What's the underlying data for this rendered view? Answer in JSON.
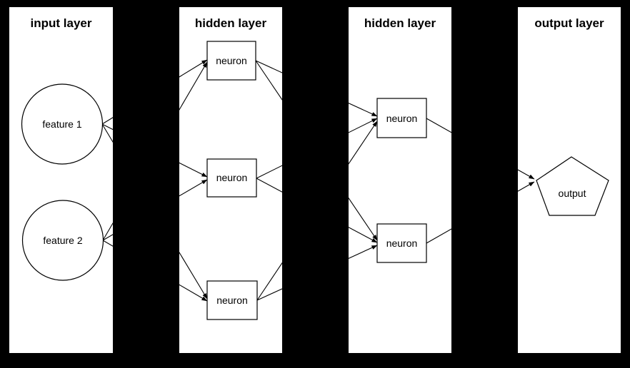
{
  "diagram": {
    "kind": "neural-network-diagram",
    "colors": {
      "background": "#000000",
      "panel": "#ffffff",
      "stroke": "#000000",
      "text": "#000000"
    },
    "layers": [
      {
        "title": "input layer",
        "nodes": [
          {
            "id": "feature1",
            "label": "feature 1",
            "shape": "circle"
          },
          {
            "id": "feature2",
            "label": "feature 2",
            "shape": "circle"
          }
        ]
      },
      {
        "title": "hidden layer",
        "nodes": [
          {
            "id": "h1n1",
            "label": "neuron",
            "shape": "rect"
          },
          {
            "id": "h1n2",
            "label": "neuron",
            "shape": "rect"
          },
          {
            "id": "h1n3",
            "label": "neuron",
            "shape": "rect"
          }
        ]
      },
      {
        "title": "hidden layer",
        "nodes": [
          {
            "id": "h2n1",
            "label": "neuron",
            "shape": "rect"
          },
          {
            "id": "h2n2",
            "label": "neuron",
            "shape": "rect"
          }
        ]
      },
      {
        "title": "output layer",
        "nodes": [
          {
            "id": "output",
            "label": "output",
            "shape": "pentagon"
          }
        ]
      }
    ],
    "edges": [
      {
        "from": "feature1",
        "to": "h1n1"
      },
      {
        "from": "feature1",
        "to": "h1n2"
      },
      {
        "from": "feature1",
        "to": "h1n3"
      },
      {
        "from": "feature2",
        "to": "h1n1"
      },
      {
        "from": "feature2",
        "to": "h1n2"
      },
      {
        "from": "feature2",
        "to": "h1n3"
      },
      {
        "from": "h1n1",
        "to": "h2n1"
      },
      {
        "from": "h1n1",
        "to": "h2n2"
      },
      {
        "from": "h1n2",
        "to": "h2n1"
      },
      {
        "from": "h1n2",
        "to": "h2n2"
      },
      {
        "from": "h1n3",
        "to": "h2n1"
      },
      {
        "from": "h1n3",
        "to": "h2n2"
      },
      {
        "from": "h2n1",
        "to": "output"
      },
      {
        "from": "h2n2",
        "to": "output"
      }
    ]
  }
}
